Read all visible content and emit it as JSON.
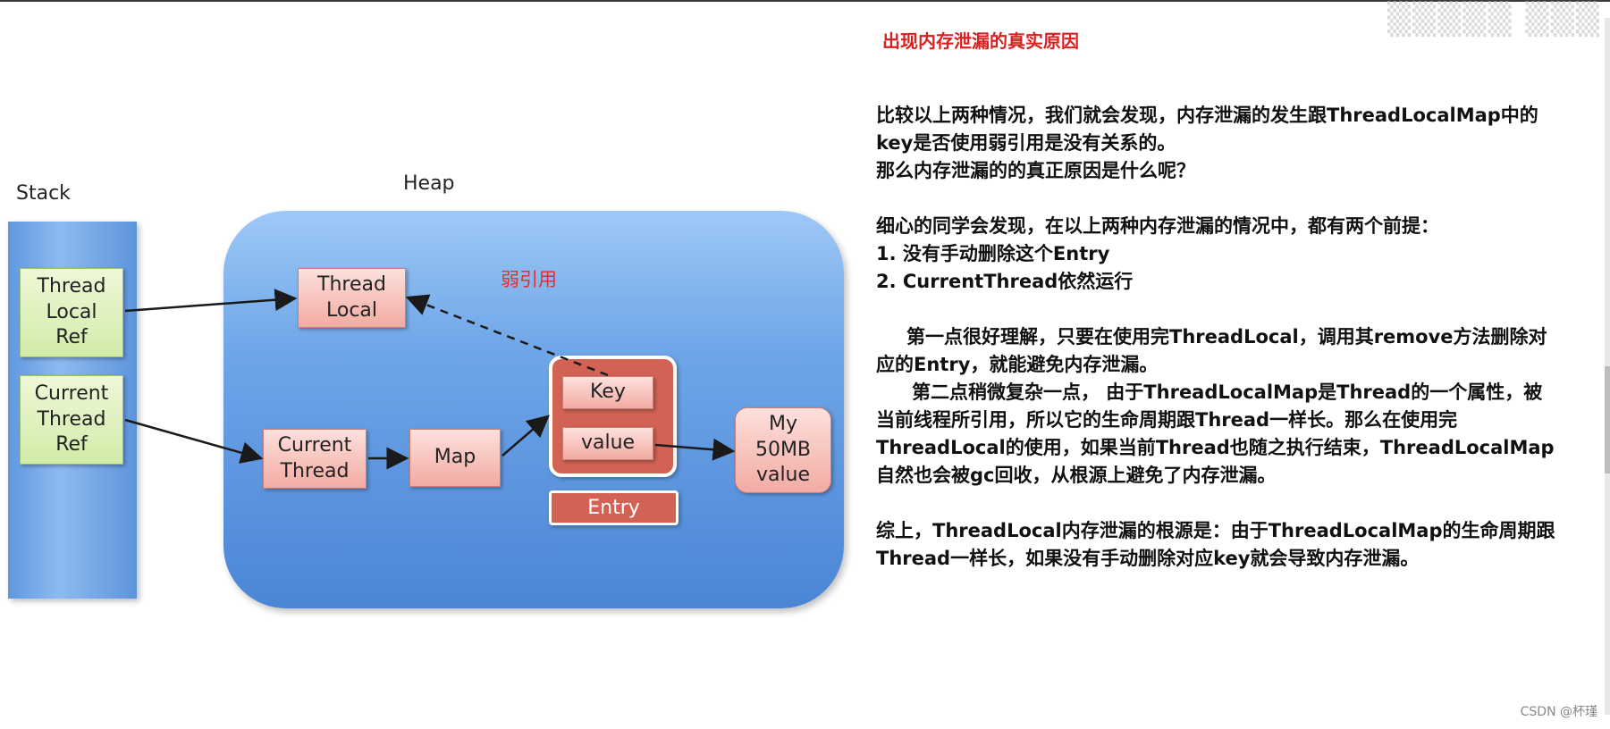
{
  "diagram": {
    "stack_label": "Stack",
    "heap_label": "Heap",
    "weak_ref_label": "弱引用",
    "stack_boxes": [
      {
        "label": "Thread\nLocal\nRef"
      },
      {
        "label": "Current\nThread\nRef"
      }
    ],
    "heap_boxes": {
      "thread_local": "Thread\nLocal",
      "current_thread": "Current\nThread",
      "map": "Map",
      "key": "Key",
      "value": "value",
      "entry": "Entry",
      "big_value": "My\n50MB\nvalue"
    },
    "colors": {
      "stack_blue": "#6fa6e8",
      "ref_green": "#d2eba8",
      "object_pink": "#f2aba3",
      "entry_red": "#d26354",
      "weak_ref_red": "#e03030"
    }
  },
  "text_panel": {
    "title": "出现内存泄漏的真实原因",
    "line1": "比较以上两种情况，我们就会发现，内存泄漏的发生跟ThreadLocalMap中的",
    "line2": "key是否使用弱引用是没有关系的。",
    "line3": "那么内存泄漏的的真正原因是什么呢？",
    "line4": "细心的同学会发现，在以上两种内存泄漏的情况中，都有两个前提：",
    "line5": "1. 没有手动删除这个Entry",
    "line6": "2. CurrentThread依然运行",
    "line7": "第一点很好理解，只要在使用完ThreadLocal，调用其remove方法删除对",
    "line8": "应的Entry，就能避免内存泄漏。",
    "line9": "第二点稍微复杂一点， 由于ThreadLocalMap是Thread的一个属性，被",
    "line10": "当前线程所引用，所以它的生命周期跟Thread一样长。那么在使用完",
    "line11": "ThreadLocal的使用，如果当前Thread也随之执行结束，ThreadLocalMap",
    "line12": "自然也会被gc回收，从根源上避免了内存泄漏。",
    "line13": "综上，ThreadLocal内存泄漏的根源是：由于ThreadLocalMap的生命周期跟",
    "line14": "Thread一样长，如果没有手动删除对应key就会导致内存泄漏。"
  },
  "watermark": "CSDN @杯瑾"
}
